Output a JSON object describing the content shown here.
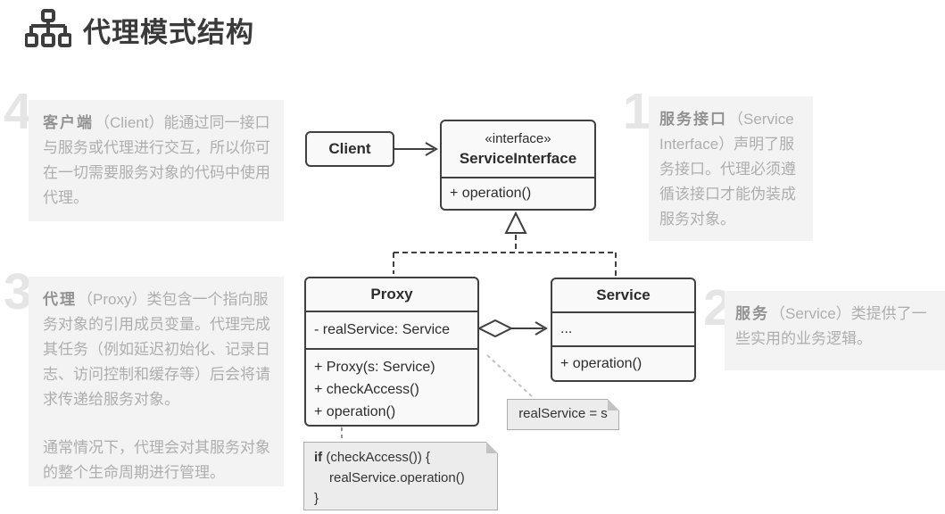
{
  "page": {
    "title": "代理模式结构"
  },
  "annotations": [
    {
      "number": "1",
      "term": "服务接口",
      "text": "（Service Interface）声明了服务接口。代理必须遵循该接口才能伪装成服务对象。"
    },
    {
      "number": "2",
      "term": "服务",
      "text": "（Service）类提供了一些实用的业务逻辑。"
    },
    {
      "number": "3",
      "term": "代理",
      "text": "（Proxy）类包含一个指向服务对象的引用成员变量。代理完成其任务（例如延迟初始化、记录日志、访问控制和缓存等）后会将请求传递给服务对象。",
      "text2": "通常情况下，代理会对其服务对象的整个生命周期进行管理。"
    },
    {
      "number": "4",
      "term": "客户端",
      "text": "（Client）能通过同一接口与服务或代理进行交互，所以你可在一切需要服务对象的代码中使用代理。"
    }
  ],
  "diagram": {
    "client": {
      "title": "Client"
    },
    "service_interface": {
      "stereotype": "«interface»",
      "title": "ServiceInterface",
      "methods": [
        "+ operation()"
      ]
    },
    "proxy": {
      "title": "Proxy",
      "attributes": [
        "- realService: Service"
      ],
      "methods": [
        "+ Proxy(s: Service)",
        "+ checkAccess()",
        "+ operation()"
      ]
    },
    "service": {
      "title": "Service",
      "attributes": [
        "..."
      ],
      "methods": [
        "+ operation()"
      ]
    },
    "notes": {
      "assignment": "realService = s",
      "code_keyword": "if",
      "code_rest": " (checkAccess()) {",
      "code_body": "realService.operation()",
      "code_close": "}"
    },
    "colors": {
      "box_border": "#404040",
      "box_fill": "#f9f9f9",
      "note_fill": "#ececec",
      "annotation_bg": "#f3f3f3",
      "annotation_text": "#aeaeae",
      "number_text": "#e5e5e5",
      "title_text": "#3a3a3a"
    }
  }
}
